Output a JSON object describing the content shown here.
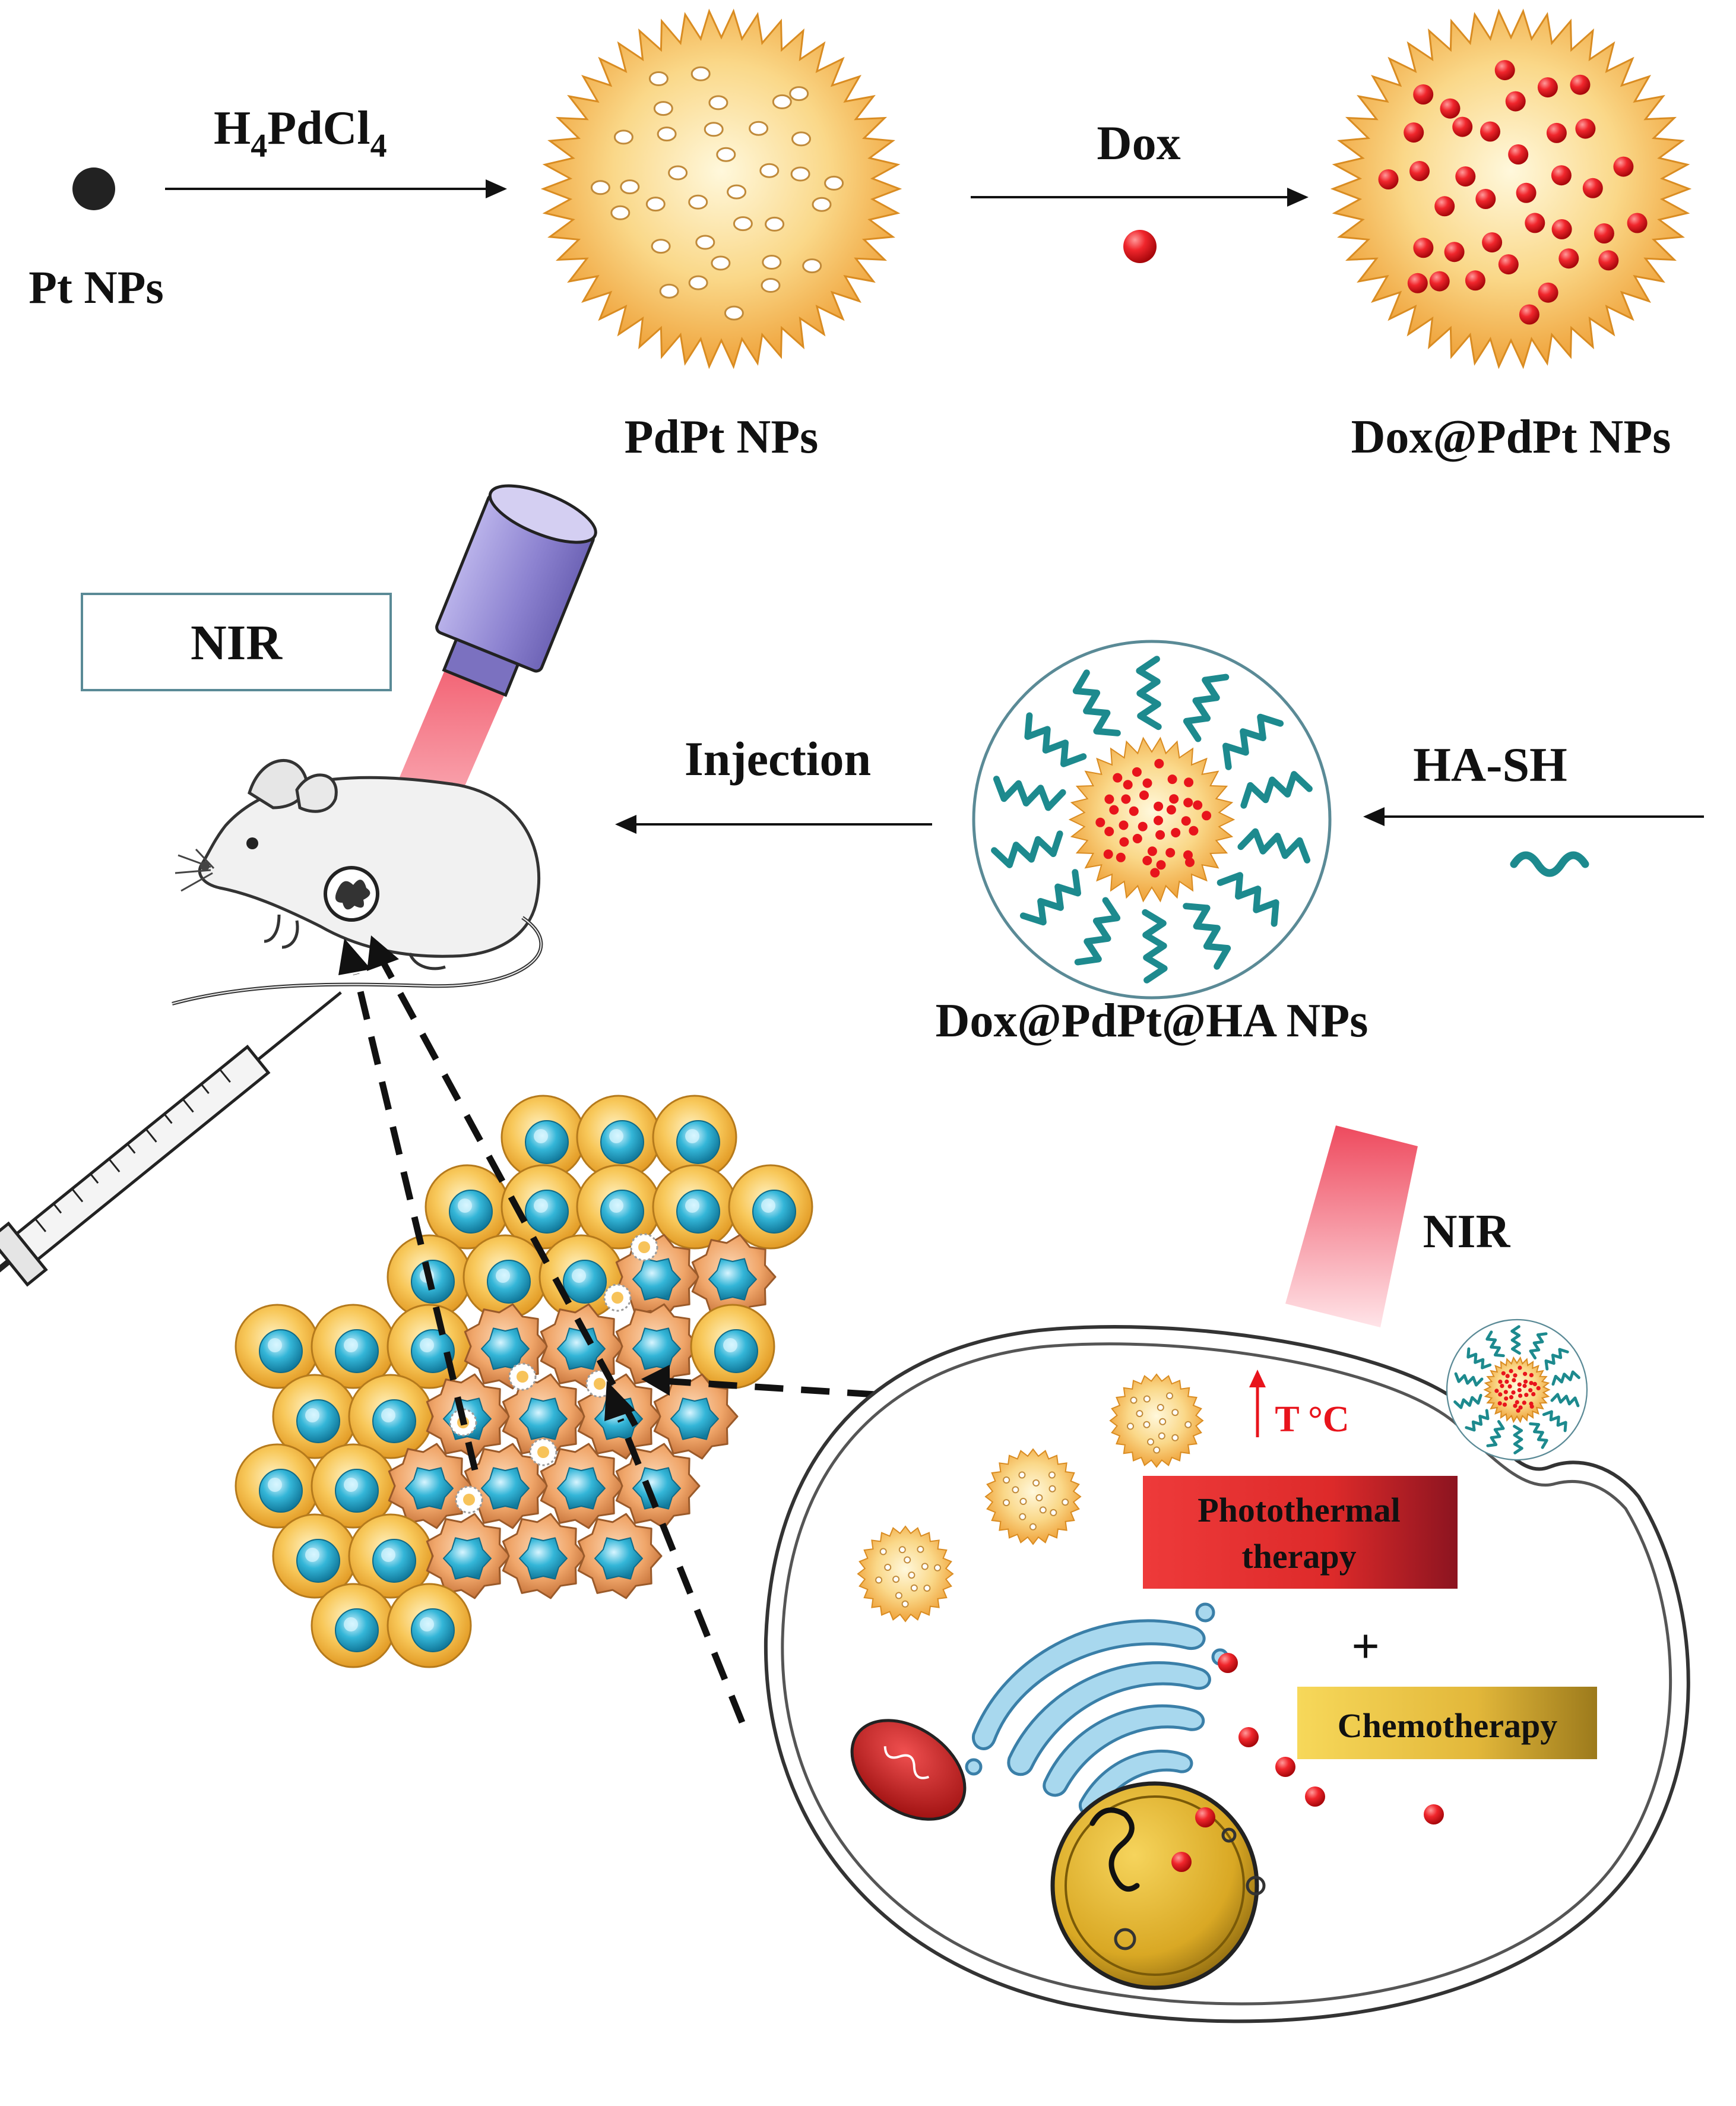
{
  "labels": {
    "pt_nps": "Pt NPs",
    "reagent_main": "H",
    "reagent_sub1": "4",
    "reagent_mid": "PdCl",
    "reagent_sub2": "4",
    "pdpt_nps": "PdPt NPs",
    "dox": "Dox",
    "dox_pdpt_nps": "Dox@PdPt NPs",
    "nir_box": "NIR",
    "injection": "Injection",
    "ha_sh": "HA-SH",
    "dox_pdpt_ha_nps": "Dox@PdPt@HA NPs",
    "nir_cell": "NIR",
    "temp_rise": "T °C",
    "photothermal_line1": "Photothermal",
    "photothermal_line2": "therapy",
    "plus": "+",
    "chemotherapy": "Chemotherapy"
  },
  "colors": {
    "particle_gold": "#F3B34A",
    "particle_light": "#FFF3C8",
    "dox_red": "#E8141C",
    "ha_teal": "#1D8A8E",
    "laser_purple": "#9C93D6",
    "laser_beam": "#F06070",
    "photothermal_box": "#E83535",
    "chemo_box": "#E8C53A",
    "cancer_nucleus": "#1FA7C9",
    "arrow_black": "#111111"
  },
  "icons": [
    "pt-nanoparticle-icon",
    "pdpt-nanoparticle-icon",
    "dox-molecule-icon",
    "dox-pdpt-nanoparticle-icon",
    "laser-head-icon",
    "mouse-icon",
    "syringe-icon",
    "ha-sh-chain-icon",
    "dox-pdpt-ha-nanoparticle-icon",
    "tumor-tissue-icon",
    "cancer-cell-icon",
    "mitochondrion-icon",
    "golgi-icon",
    "nucleus-icon"
  ]
}
